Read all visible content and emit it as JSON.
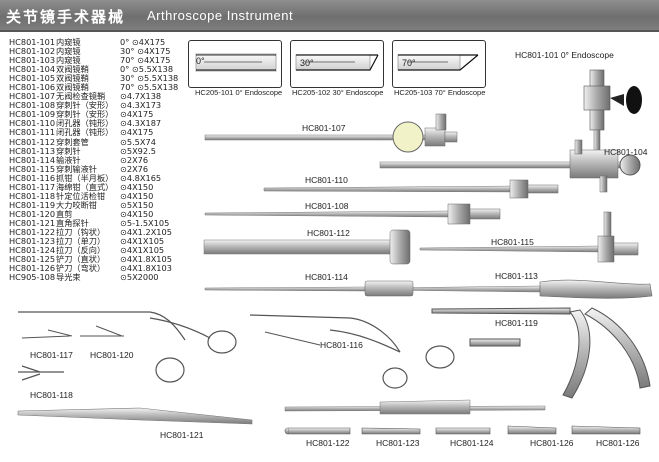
{
  "title": {
    "cn": "关节镜手术器械",
    "en": "Arthroscope Instrument"
  },
  "catalog": [
    {
      "code": "HC801-101",
      "name": "内窥镜",
      "spec": "0°  ⊙4X175"
    },
    {
      "code": "HC801-102",
      "name": "内窥镜",
      "spec": "30° ⊙4X175"
    },
    {
      "code": "HC801-103",
      "name": "内窥镜",
      "spec": "70° ⊙4X175"
    },
    {
      "code": "HC801-104",
      "name": "双阀镜鞘",
      "spec": "0°  ⊙5.5X138"
    },
    {
      "code": "HC801-105",
      "name": "双阀镜鞘",
      "spec": "30° ⊙5.5X138"
    },
    {
      "code": "HC801-106",
      "name": "双阀镜鞘",
      "spec": "70° ⊙5.5X138"
    },
    {
      "code": "HC801-107",
      "name": "无阀检查镜鞘",
      "spec": "⊙4.7X138"
    },
    {
      "code": "HC801-108",
      "name": "穿刺针（安形）",
      "spec": "⊙4.3X173"
    },
    {
      "code": "HC801-109",
      "name": "穿刺针（安形）",
      "spec": "⊙4X175"
    },
    {
      "code": "HC801-110",
      "name": "闭孔器（钝形）",
      "spec": "⊙4.3X187"
    },
    {
      "code": "HC801-111",
      "name": "闭孔器（钝形）",
      "spec": "⊙4X175"
    },
    {
      "code": "HC801-112",
      "name": "穿刺套管",
      "spec": "⊙5.5X74"
    },
    {
      "code": "HC801-113",
      "name": "穿刺针",
      "spec": "⊙5X92.5"
    },
    {
      "code": "HC801-114",
      "name": "输液针",
      "spec": "⊙2X76"
    },
    {
      "code": "HC801-115",
      "name": "穿刺输液针",
      "spec": "⊙2X76"
    },
    {
      "code": "HC801-116",
      "name": "抓钳（半月板）",
      "spec": "⊙4.8X165"
    },
    {
      "code": "HC801-117",
      "name": "海绵钳（直式）",
      "spec": "⊙4X150"
    },
    {
      "code": "HC801-118",
      "name": "针定位活检钳",
      "spec": "⊙4X150"
    },
    {
      "code": "HC801-119",
      "name": "大力咬断钳",
      "spec": "⊙5X150"
    },
    {
      "code": "HC801-120",
      "name": "直剪",
      "spec": "⊙4X150"
    },
    {
      "code": "HC801-121",
      "name": "直角探针",
      "spec": "⊙5-1.5X105"
    },
    {
      "code": "HC801-122",
      "name": "拉刀（钩状）",
      "spec": "⊙4X1.2X105"
    },
    {
      "code": "HC801-123",
      "name": "拉刀（单刀）",
      "spec": "⊙4X1X105"
    },
    {
      "code": "HC801-124",
      "name": "拉刀（反向）",
      "spec": "⊙4X1X105"
    },
    {
      "code": "HC801-125",
      "name": "铲刀（直状）",
      "spec": "⊙4X1.8X105"
    },
    {
      "code": "HC801-126",
      "name": "铲刀（弯状）",
      "spec": "⊙4X1.8X103"
    },
    {
      "code": "HC905-108",
      "name": "导光束",
      "spec": "⊙5X2000"
    }
  ],
  "scope_tips": [
    {
      "angle": "0°",
      "label": "HC205-101  0° Endoscope"
    },
    {
      "angle": "30°",
      "label": "HC205-102  30° Endoscope"
    },
    {
      "angle": "70°",
      "label": "HC205-103  70° Endoscope"
    }
  ],
  "labels": {
    "l101": "HC801-101   0° Endoscope",
    "l104": "HC801-104",
    "l107": "HC801-107",
    "l110": "HC801-110",
    "l108": "HC801-108",
    "l112": "HC801-112",
    "l115": "HC801-115",
    "l114": "HC801-114",
    "l113": "HC801-113",
    "l119": "HC801-119",
    "l116": "HC801-116",
    "l117": "HC801-117",
    "l120": "HC801-120",
    "l118": "HC801-118",
    "l121": "HC801-121",
    "l122": "HC801-122",
    "l123": "HC801-123",
    "l124": "HC801-124",
    "l125": "HC801-126",
    "l126": "HC801-126"
  }
}
